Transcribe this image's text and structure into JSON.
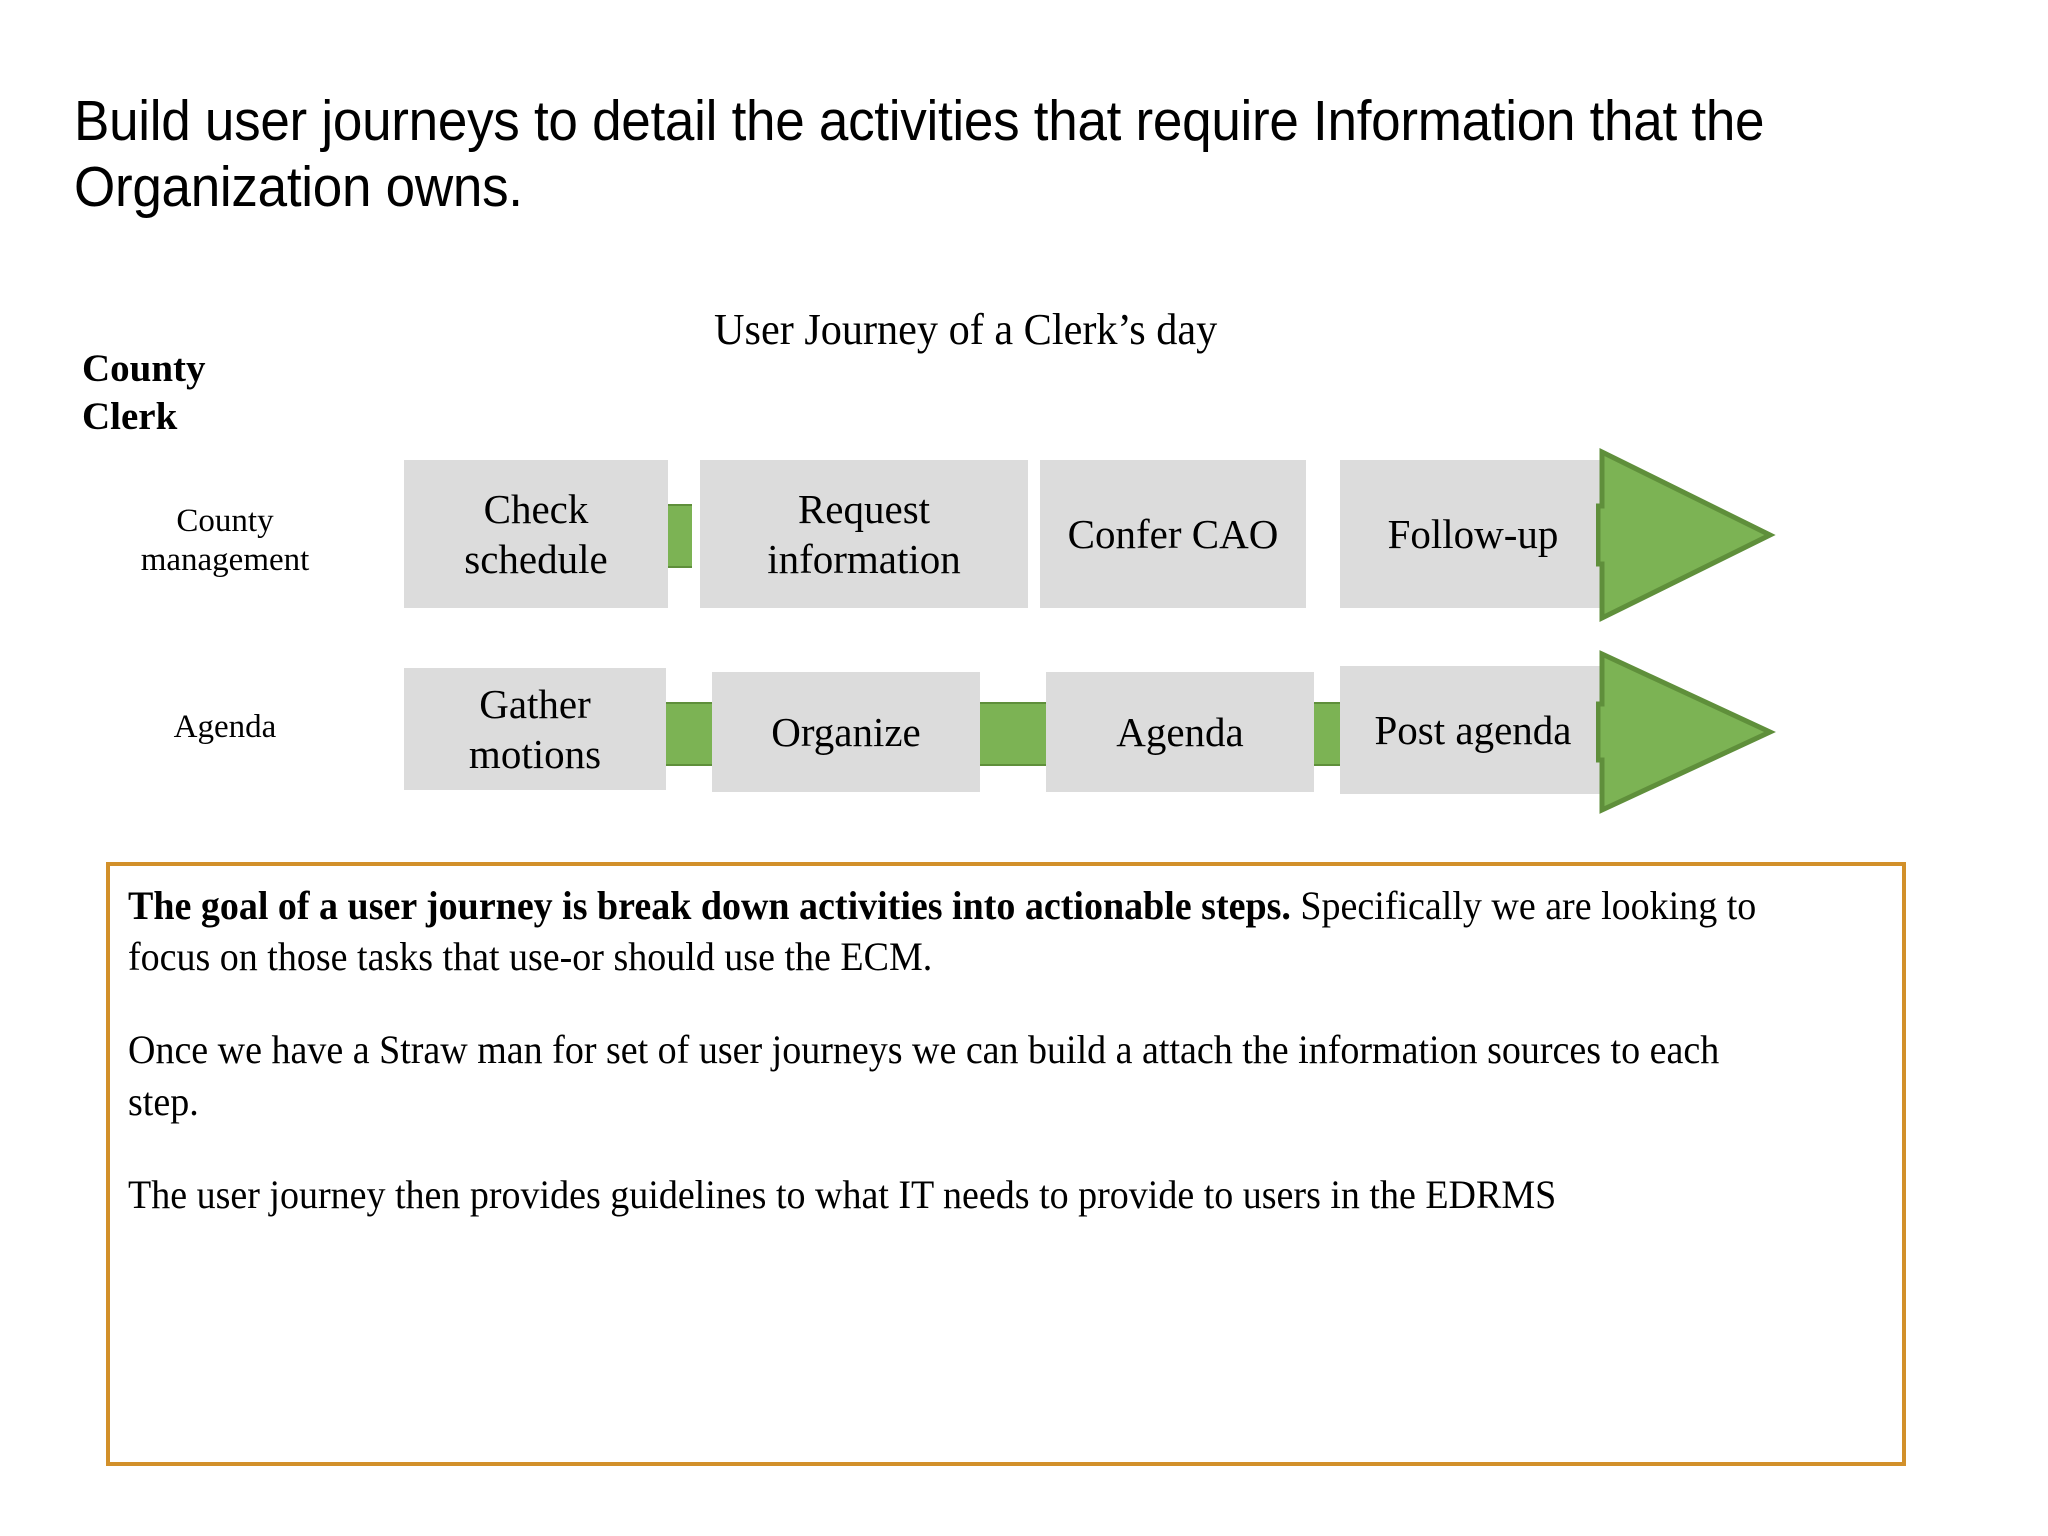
{
  "slide": {
    "title": "Build user journeys to detail the activities that require Information that the Organization owns.",
    "journey_heading": "User Journey of a Clerk’s day",
    "role_label": "County Clerk"
  },
  "colors": {
    "step_fill": "#dcdcdc",
    "connector_fill": "#7cb354",
    "connector_border": "#5f8f3b",
    "callout_border": "#d2902a",
    "text": "#000000",
    "background": "#ffffff"
  },
  "lanes": [
    {
      "label": "County management",
      "label_line_1": "County",
      "label_line_2": "management",
      "steps": [
        {
          "label": "Check schedule"
        },
        {
          "label": "Request information"
        },
        {
          "label": "Confer CAO"
        },
        {
          "label": "Follow-up"
        }
      ],
      "end_marker": "arrow-right"
    },
    {
      "label": "Agenda",
      "label_line_1": "Agenda",
      "label_line_2": "",
      "steps": [
        {
          "label": "Gather motions"
        },
        {
          "label": "Organize"
        },
        {
          "label": "Agenda"
        },
        {
          "label": "Post agenda"
        }
      ],
      "end_marker": "arrow-right"
    }
  ],
  "callout": {
    "paragraphs": [
      " The goal of a user journey is break down activities into actionable steps. Specifically we are looking to focus on those tasks that use-or should use the ECM.",
      "Once we have a Straw man for set of user journeys we can build a attach the information sources to each step.",
      "The user journey then provides guidelines to what IT needs to provide to users in the EDRMS"
    ],
    "lead_sentence": " The goal of a user journey is break down activities into actionable steps.",
    "lead_rest": "Specifically we are looking to focus on those tasks that use-or should use the ECM.",
    "paragraph_2": "Once we have a Straw man for set of user journeys we can build a attach the information sources to each step.",
    "paragraph_3": "The user journey then provides guidelines to what IT needs to provide to users in the EDRMS"
  }
}
